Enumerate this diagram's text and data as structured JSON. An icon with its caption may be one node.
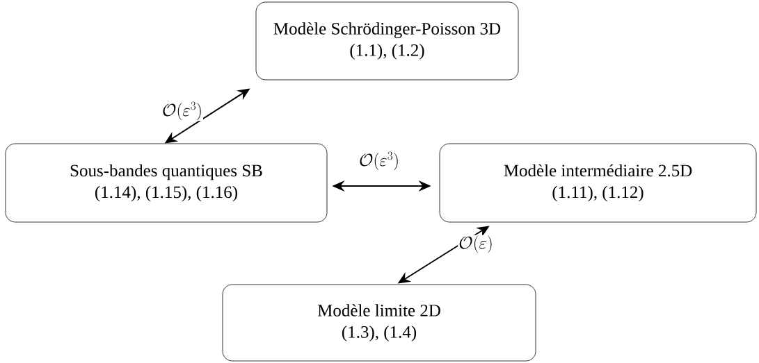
{
  "diagram": {
    "nodes": [
      {
        "text": [
          "Modèle Schrödinger-Poisson 3D",
          "(1.1), (1.2)"
        ]
      },
      {
        "text": [
          "Sous-bandes quantiques SB",
          "(1.14), (1.15), (1.16)"
        ]
      },
      {
        "text": [
          "Modèle intermédiaire 2.5D",
          "(1.11), (1.12)"
        ]
      },
      {
        "text": [
          "Modèle limite 2D",
          "(1.3), (1.4)"
        ]
      }
    ],
    "edges": [
      {
        "from": 1,
        "to": 0,
        "arrow": "both",
        "label": "\\mathcal{O}(\\varepsilon^3)"
      },
      {
        "from": 1,
        "to": 2,
        "arrow": "both",
        "label": "\\mathcal{O}(\\varepsilon^3)"
      },
      {
        "from": 3,
        "to": 2,
        "arrow": "both",
        "label": "\\mathcal{O}(\\varepsilon)"
      }
    ]
  }
}
